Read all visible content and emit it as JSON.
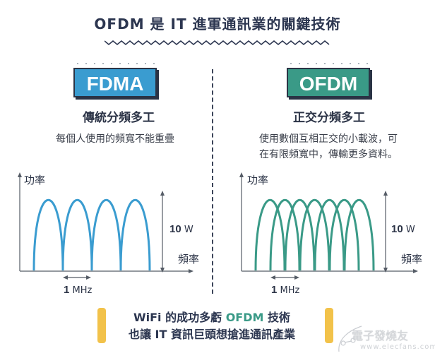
{
  "title": "OFDM 是 IT 進軍通訊業的關鍵技術",
  "left_panel": {
    "badge": "FDMA",
    "subtitle": "傳統分頻多工",
    "description": "每個人使用的頻寬不能重疊",
    "y_axis_label": "功率",
    "x_axis_label": "頻率",
    "power_value": "10",
    "power_unit": "W",
    "bandwidth_value": "1",
    "bandwidth_unit": "MHz",
    "color": "#3a9cd0"
  },
  "right_panel": {
    "badge": "OFDM",
    "subtitle": "正交分頻多工",
    "description_line1": "使用數個互相正交的小載波，可",
    "description_line2": "在有限頻寬中，傳輸更多資料。",
    "y_axis_label": "功率",
    "x_axis_label": "頻率",
    "power_value": "10",
    "power_unit": "W",
    "bandwidth_value": "1",
    "bandwidth_unit": "MHz",
    "color": "#3a9a87"
  },
  "footer": {
    "line1_pre": "WiFi 的成功多虧 ",
    "line1_highlight": "OFDM",
    "line1_post": " 技術",
    "line2": "也讓 IT 資訊巨頭想搶進通訊產業"
  },
  "watermark": {
    "text": "電子發燒友",
    "url": "www.elecfans.com"
  },
  "chart_data": [
    {
      "type": "line",
      "title": "FDMA 傳統分頻多工",
      "xlabel": "頻率",
      "ylabel": "功率",
      "description": "4 non-overlapping carrier arcs, each 1 MHz wide, peak power 10 W",
      "series": [
        {
          "name": "carrier 1",
          "x_range_mhz": [
            0,
            1
          ],
          "peak_w": 10
        },
        {
          "name": "carrier 2",
          "x_range_mhz": [
            1,
            2
          ],
          "peak_w": 10
        },
        {
          "name": "carrier 3",
          "x_range_mhz": [
            2,
            3
          ],
          "peak_w": 10
        },
        {
          "name": "carrier 4",
          "x_range_mhz": [
            3,
            4
          ],
          "peak_w": 10
        }
      ],
      "annotations": [
        "10 W",
        "1 MHz"
      ]
    },
    {
      "type": "line",
      "title": "OFDM 正交分頻多工",
      "xlabel": "頻率",
      "ylabel": "功率",
      "description": "7 overlapping orthogonal sub-carriers, each spanning 1 MHz, spaced 0.5 MHz, peak power 10 W",
      "series": [
        {
          "name": "sub-carrier 1",
          "x_range_mhz": [
            0,
            1
          ],
          "peak_w": 10
        },
        {
          "name": "sub-carrier 2",
          "x_range_mhz": [
            0.5,
            1.5
          ],
          "peak_w": 10
        },
        {
          "name": "sub-carrier 3",
          "x_range_mhz": [
            1,
            2
          ],
          "peak_w": 10
        },
        {
          "name": "sub-carrier 4",
          "x_range_mhz": [
            1.5,
            2.5
          ],
          "peak_w": 10
        },
        {
          "name": "sub-carrier 5",
          "x_range_mhz": [
            2,
            3
          ],
          "peak_w": 10
        },
        {
          "name": "sub-carrier 6",
          "x_range_mhz": [
            2.5,
            3.5
          ],
          "peak_w": 10
        },
        {
          "name": "sub-carrier 7",
          "x_range_mhz": [
            3,
            4
          ],
          "peak_w": 10
        }
      ],
      "annotations": [
        "10 W",
        "1 MHz"
      ]
    }
  ]
}
